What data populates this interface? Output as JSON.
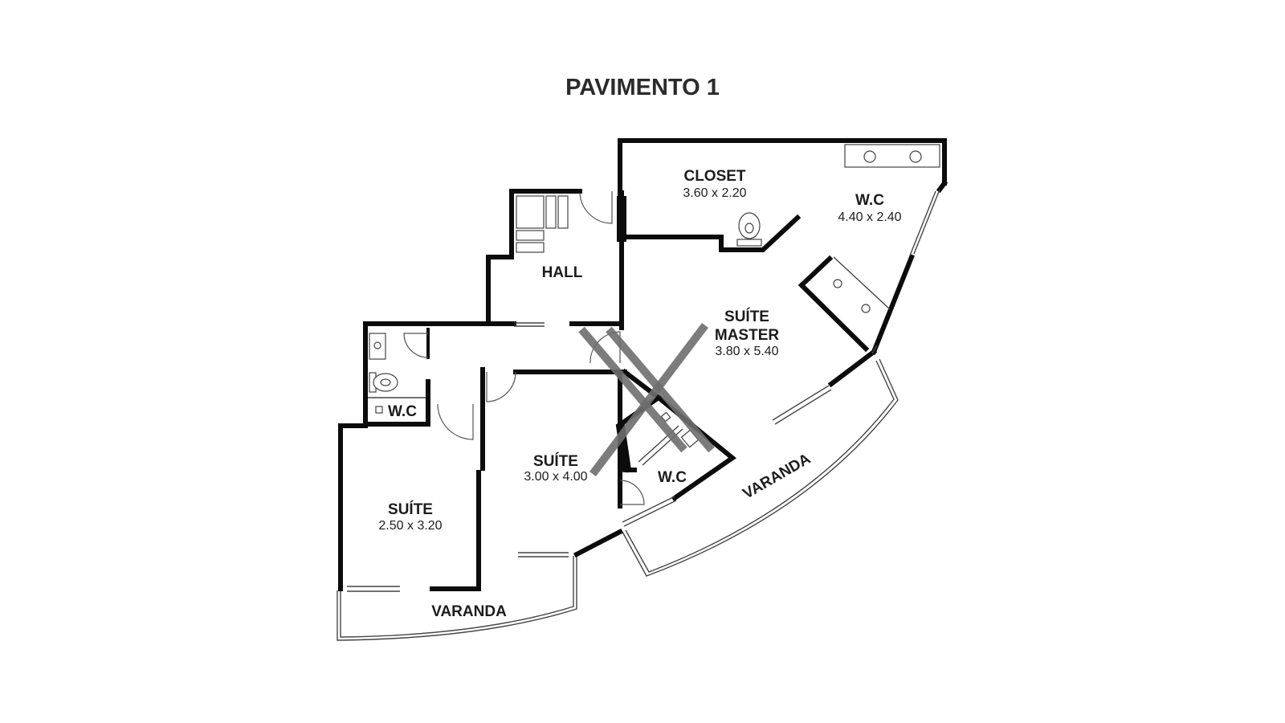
{
  "title": "PAVIMENTO 1",
  "rooms": [
    {
      "id": "closet",
      "name": "CLOSET",
      "dims": "3.60 x 2.20"
    },
    {
      "id": "wc-master",
      "name": "W.C",
      "dims": "4.40 x 2.40"
    },
    {
      "id": "hall",
      "name": "HALL"
    },
    {
      "id": "suite-master",
      "name": "SUÍTE MASTER",
      "name_lines": [
        "SUÍTE",
        "MASTER"
      ],
      "dims": "3.80 x 5.40"
    },
    {
      "id": "wc-small",
      "name": "W.C"
    },
    {
      "id": "suite-middle",
      "name": "SUÍTE",
      "dims": "3.00 x 4.00"
    },
    {
      "id": "wc-middle",
      "name": "W.C"
    },
    {
      "id": "suite-left",
      "name": "SUÍTE",
      "dims": "2.50 x 3.20"
    },
    {
      "id": "varanda-left",
      "name": "VARANDA"
    },
    {
      "id": "varanda-right",
      "name": "VARANDA"
    }
  ],
  "colors": {
    "wall": "#0c0c0c",
    "watermark": "#6e6e6e",
    "text": "#1c1c1c"
  }
}
